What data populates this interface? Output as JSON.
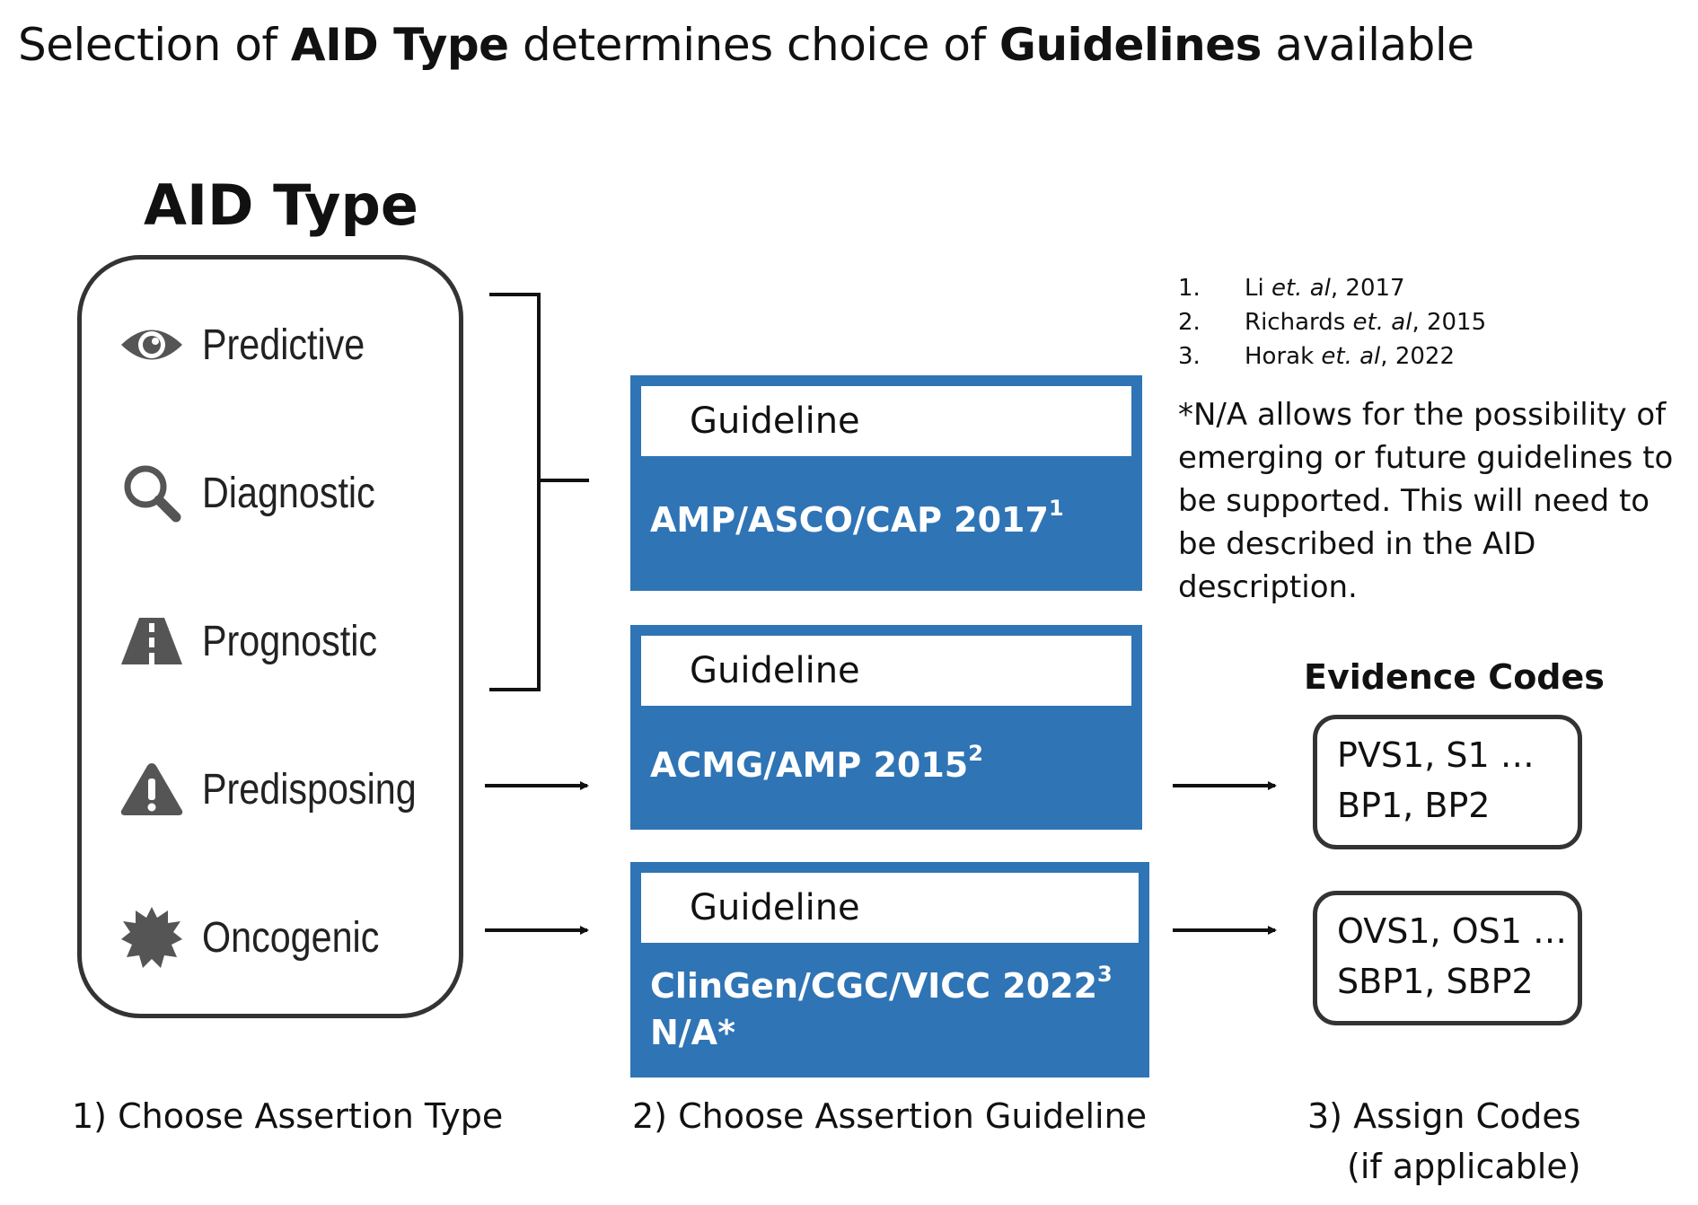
{
  "title": {
    "part1": "Selection of ",
    "bold1": "AID Type",
    "part2": " determines choice of ",
    "bold2": "Guidelines",
    "part3": " available"
  },
  "aid_type": {
    "heading": "AID Type",
    "items": [
      {
        "label": "Predictive",
        "icon": "eye-icon"
      },
      {
        "label": "Diagnostic",
        "icon": "magnifier-icon"
      },
      {
        "label": "Prognostic",
        "icon": "road-icon"
      },
      {
        "label": "Predisposing",
        "icon": "warning-icon"
      },
      {
        "label": "Oncogenic",
        "icon": "starburst-icon"
      }
    ]
  },
  "guidelines": [
    {
      "header": "Guideline",
      "name": "AMP/ASCO/CAP 2017",
      "sup": "1"
    },
    {
      "header": "Guideline",
      "name": "ACMG/AMP 2015",
      "sup": "2"
    },
    {
      "header": "Guideline",
      "name": "ClinGen/CGC/VICC 2022",
      "sup": "3",
      "name2": "N/A*"
    }
  ],
  "references": [
    {
      "num": "1.",
      "author": "Li ",
      "etal": "et. al",
      "year": ", 2017"
    },
    {
      "num": "2.",
      "author": "Richards ",
      "etal": "et. al",
      "year": ", 2015"
    },
    {
      "num": "3.",
      "author": "Horak ",
      "etal": "et. al",
      "year": ", 2022"
    }
  ],
  "note": "*N/A allows for the possibility of emerging or future guidelines to be supported. This will need to be described in the AID description.",
  "evidence": {
    "heading": "Evidence Codes",
    "boxes": [
      {
        "line1": "PVS1, S1 …",
        "line2": "BP1, BP2"
      },
      {
        "line1": "OVS1, OS1 …",
        "line2": "SBP1, SBP2"
      }
    ]
  },
  "steps": {
    "step1": "1) Choose Assertion Type",
    "step2": "2) Choose Assertion Guideline",
    "step3_line1": "3) Assign Codes",
    "step3_line2": "(if applicable)"
  },
  "colors": {
    "guideline_blue": "#2f74b5",
    "box_border": "#333333",
    "icon_gray": "#555555"
  }
}
